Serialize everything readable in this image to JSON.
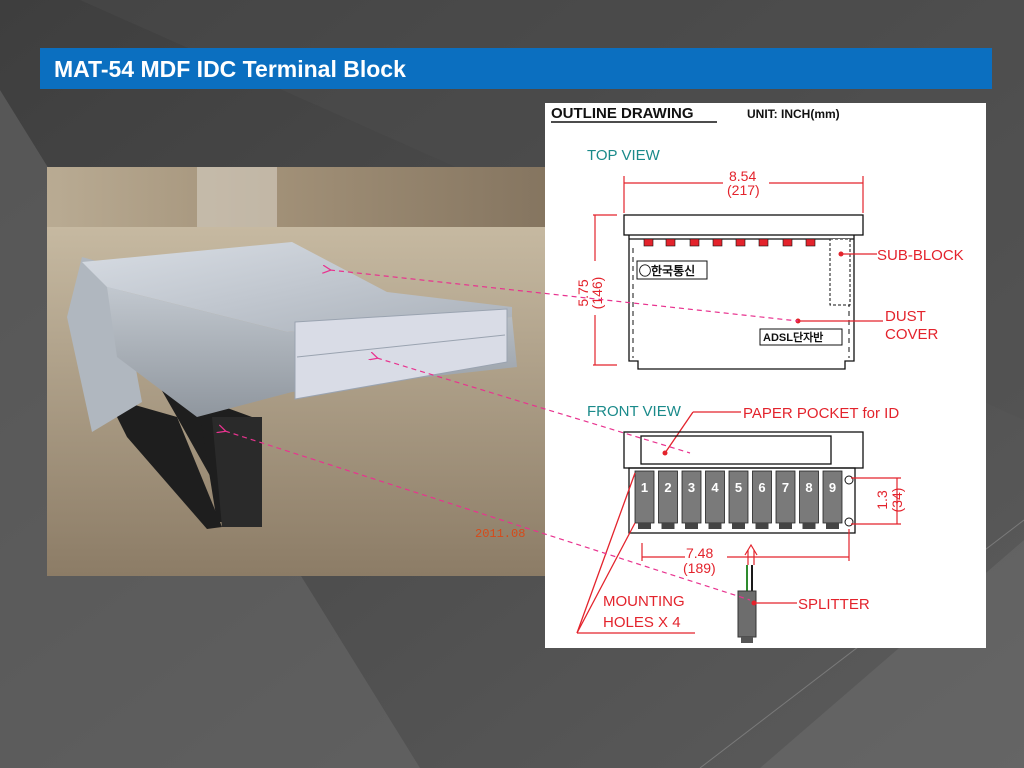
{
  "slide": {
    "title": "MAT-54 MDF IDC Terminal Block",
    "photo_date": "2011.08"
  },
  "drawing": {
    "header": "OUTLINE DRAWING",
    "unit": "UNIT: INCH(mm)",
    "top_view": {
      "label": "TOP VIEW",
      "width_in": "8.54",
      "width_mm": "(217)",
      "height_in": "5.75",
      "height_mm": "(146)",
      "korean_label": "◯한국통신",
      "adsl_label": "ADSL단자반",
      "sub_block": "SUB-BLOCK",
      "dust_cover_1": "DUST",
      "dust_cover_2": "COVER"
    },
    "front_view": {
      "label": "FRONT VIEW",
      "paper_pocket": "PAPER POCKET for ID",
      "slots": [
        "1",
        "2",
        "3",
        "4",
        "5",
        "6",
        "7",
        "8",
        "9"
      ],
      "height_in": "1.3",
      "height_mm": "(34)",
      "width_in": "7.48",
      "width_mm": "(189)",
      "mounting_1": "MOUNTING",
      "mounting_2": "HOLES X 4",
      "splitter": "SPLITTER"
    }
  },
  "colors": {
    "title_bar": "#0b6fc0",
    "annotation_red": "#e3232c",
    "callout_pink": "#e8338f",
    "teal_label": "#1a8a8a"
  }
}
